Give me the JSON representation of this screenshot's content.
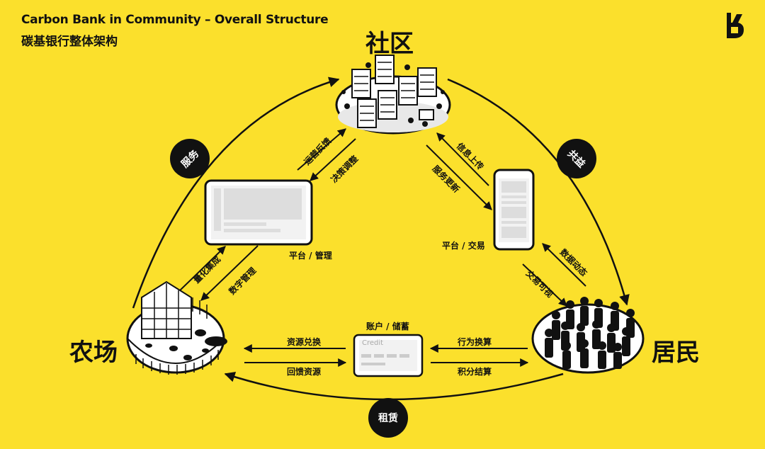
{
  "title_en": "Carbon Bank in Community – Overall Structure",
  "title_cn": "碳基银行整体架构",
  "nodes": {
    "community": "社区",
    "farm": "农场",
    "residents": "居民"
  },
  "badges": {
    "service": "服务",
    "mutual": "共益",
    "lease": "租赁"
  },
  "platforms": {
    "management": "平台 / 管理",
    "trading": "平台 / 交易",
    "account": "账户 / 储蓄",
    "card_text": "Credit"
  },
  "flows": {
    "ops_feedback": "运营反馈",
    "decision_adjust": "决策调整",
    "info_upload": "信息上传",
    "service_update": "服务更新",
    "quantify_integrate": "量化集成",
    "digital_manage": "数字管理",
    "data_dynamics": "数据动态",
    "trade_visible": "交易可视",
    "resource_exchange": "资源兑换",
    "feedback_resource": "回馈资源",
    "behavior_convert": "行为换算",
    "points_settle": "积分结算"
  },
  "colors": {
    "background": "#FBE02C",
    "ink": "#111111",
    "panel": "#FFFFFF",
    "panel_gray": "#D9D9D9"
  }
}
